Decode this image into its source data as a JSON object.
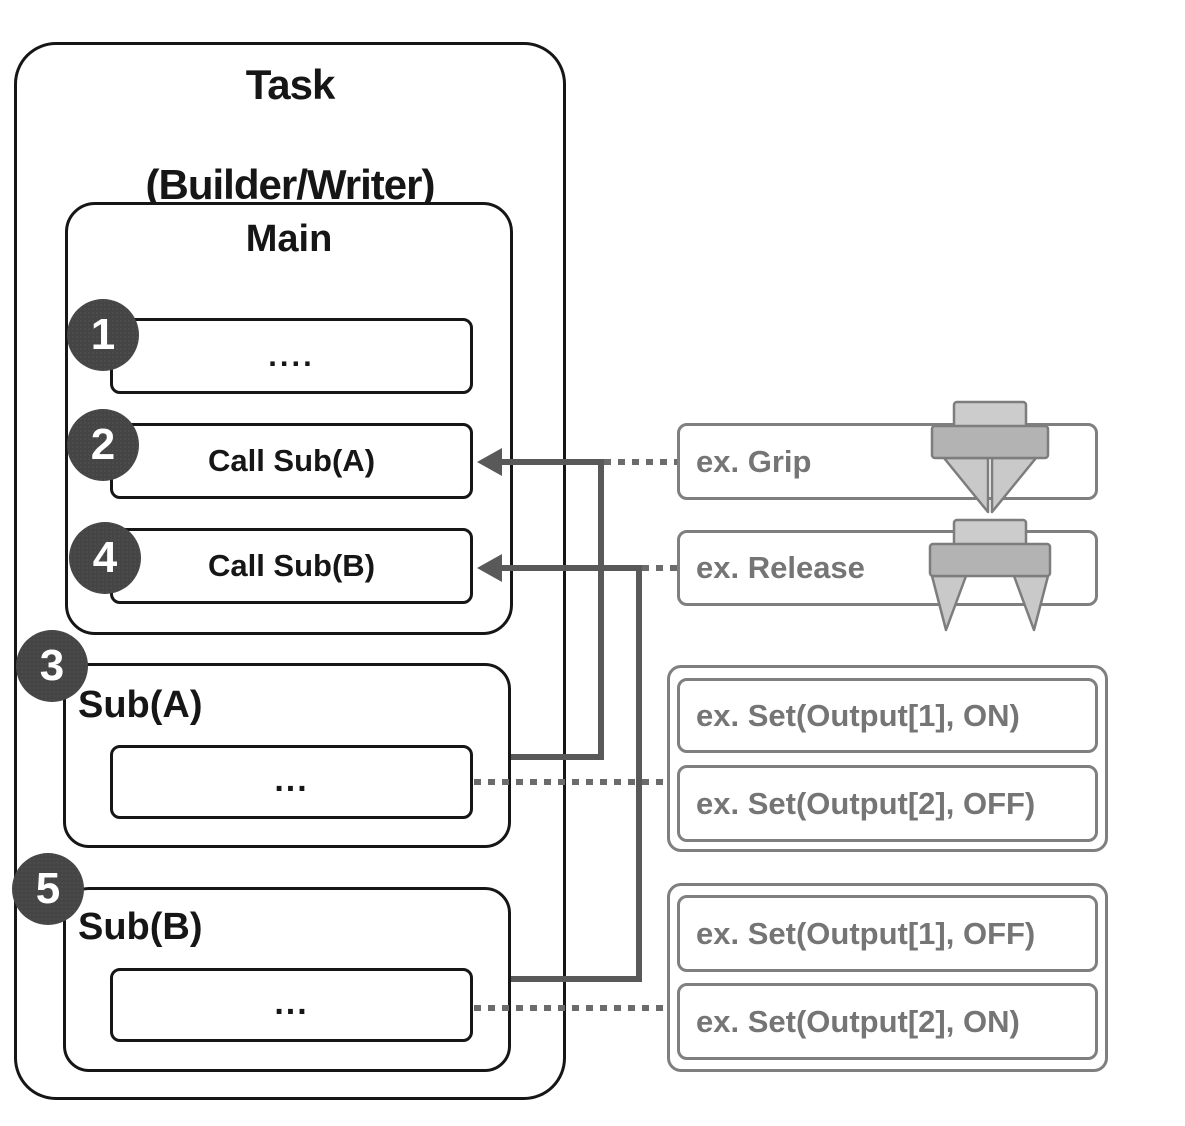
{
  "task": {
    "title_line1": "Task",
    "title_line2": "(Builder/Writer)"
  },
  "main": {
    "title": "Main",
    "items": [
      {
        "badge": "1",
        "label": "...."
      },
      {
        "badge": "2",
        "label": "Call Sub(A)"
      },
      {
        "badge": "4",
        "label": "Call Sub(B)"
      }
    ]
  },
  "subs": [
    {
      "badge": "3",
      "title": "Sub(A)",
      "body": "..."
    },
    {
      "badge": "5",
      "title": "Sub(B)",
      "body": "..."
    }
  ],
  "examples": {
    "grip": {
      "label": "ex. Grip",
      "icon": "gripper-closed"
    },
    "release": {
      "label": "ex. Release",
      "icon": "gripper-open"
    },
    "set_a": [
      {
        "label": "ex. Set(Output[1], ON)"
      },
      {
        "label": "ex. Set(Output[2], OFF)"
      }
    ],
    "set_b": [
      {
        "label": "ex. Set(Output[1], OFF)"
      },
      {
        "label": "ex. Set(Output[2], ON)"
      }
    ]
  },
  "colors": {
    "outline": "#161616",
    "badge_fill": "#454545",
    "connector_solid": "#595959",
    "connector_dotted": "#6b6b6b",
    "example_border": "#7f7f7f",
    "example_text": "#757575",
    "gripper_fill": "#c9c9c9",
    "gripper_body": "#b3b3b3"
  }
}
